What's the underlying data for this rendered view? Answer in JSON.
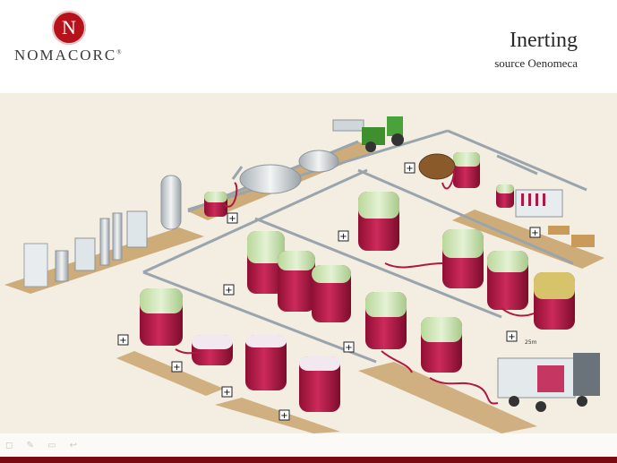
{
  "header": {
    "logo_letter": "N",
    "logo_text": "NOMACORC",
    "logo_mark": "®",
    "title": "Inerting",
    "subtitle": "source Oenomeca"
  },
  "diagram": {
    "distance_label": "25m",
    "plus_marker": "+"
  },
  "colors": {
    "brand": "#b5121b",
    "wine": "#b01842",
    "tank_top": "#c8e2b0",
    "floor": "#f3ede2",
    "pad": "#c9a46f",
    "pipe": "#9aa4ad"
  }
}
